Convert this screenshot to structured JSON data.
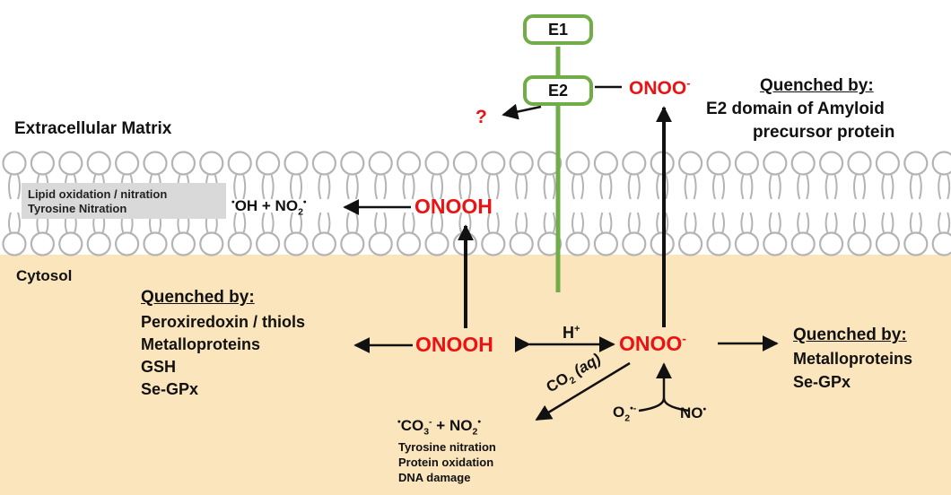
{
  "colors": {
    "cytosol": "#fbe5bd",
    "lipid_outline": "#b4b4b4",
    "protein": "#70ad47",
    "species_red": "#ee1111",
    "box_gray": "#d9d9d9"
  },
  "labels": {
    "extracellular": "Extracellular Matrix",
    "cytosol": "Cytosol",
    "e1": "E1",
    "e2": "E2",
    "question": "?",
    "onoo_extra": "ONOO",
    "onooh_membrane": "ONOOH",
    "onooh_cytosol": "ONOOH",
    "onoo_cytosol": "ONOO",
    "h_plus": "H",
    "co2": "CO",
    "aq": "(aq)",
    "o2": "O",
    "no": "NO",
    "oh": "OH + NO",
    "co3": "CO",
    "co3_plus": "+ NO"
  },
  "lipid_box": {
    "line1": "Lipid oxidation / nitration",
    "line2": "Tyrosine Nitration"
  },
  "quench_app": {
    "heading": "Quenched by:",
    "line1": "E2 domain of Amyloid",
    "line2": "precursor protein"
  },
  "quench_left": {
    "heading": "Quenched by:",
    "items": [
      "Peroxiredoxin / thiols",
      "Metalloproteins",
      "GSH",
      "Se-GPx"
    ]
  },
  "quench_right": {
    "heading": "Quenched by:",
    "items": [
      "Metalloproteins",
      "Se-GPx"
    ]
  },
  "carbonate_effects": [
    "Tyrosine nitration",
    "Protein oxidation",
    "DNA damage"
  ]
}
